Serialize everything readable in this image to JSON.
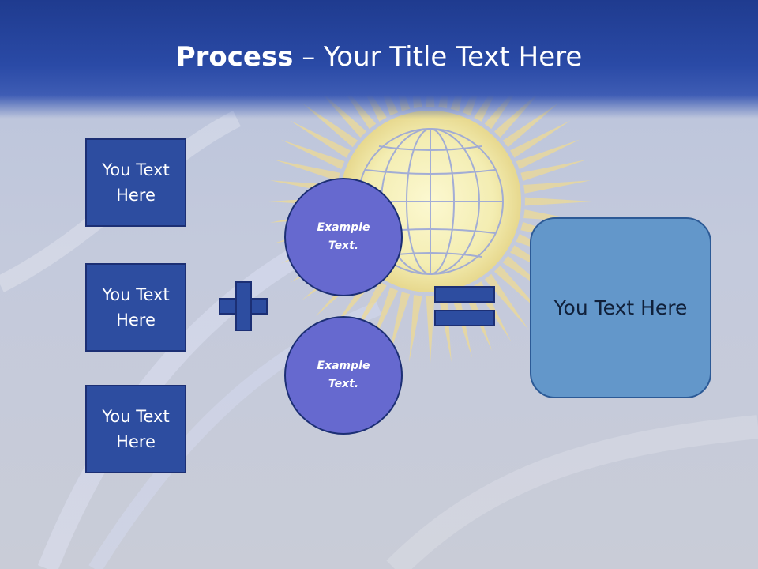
{
  "slide": {
    "title_bold": "Process",
    "title_rest": " – Your Title Text Here"
  },
  "inputs": [
    {
      "line1": "You Text",
      "line2": "Here"
    },
    {
      "line1": "You Text",
      "line2": "Here"
    },
    {
      "line1": "You Text",
      "line2": "Here"
    }
  ],
  "operator_plus": "plus-icon",
  "operator_equals": "equals-icon",
  "circles": [
    {
      "line1": "Example",
      "line2": "Text."
    },
    {
      "line1": "Example",
      "line2": "Text."
    }
  ],
  "result": {
    "label": "You Text Here"
  },
  "colors": {
    "header": "#2a4aa6",
    "box_fill": "#2d4da0",
    "box_border": "#1c2f74",
    "circle_fill": "#6669cf",
    "result_fill": "#6397ca"
  }
}
